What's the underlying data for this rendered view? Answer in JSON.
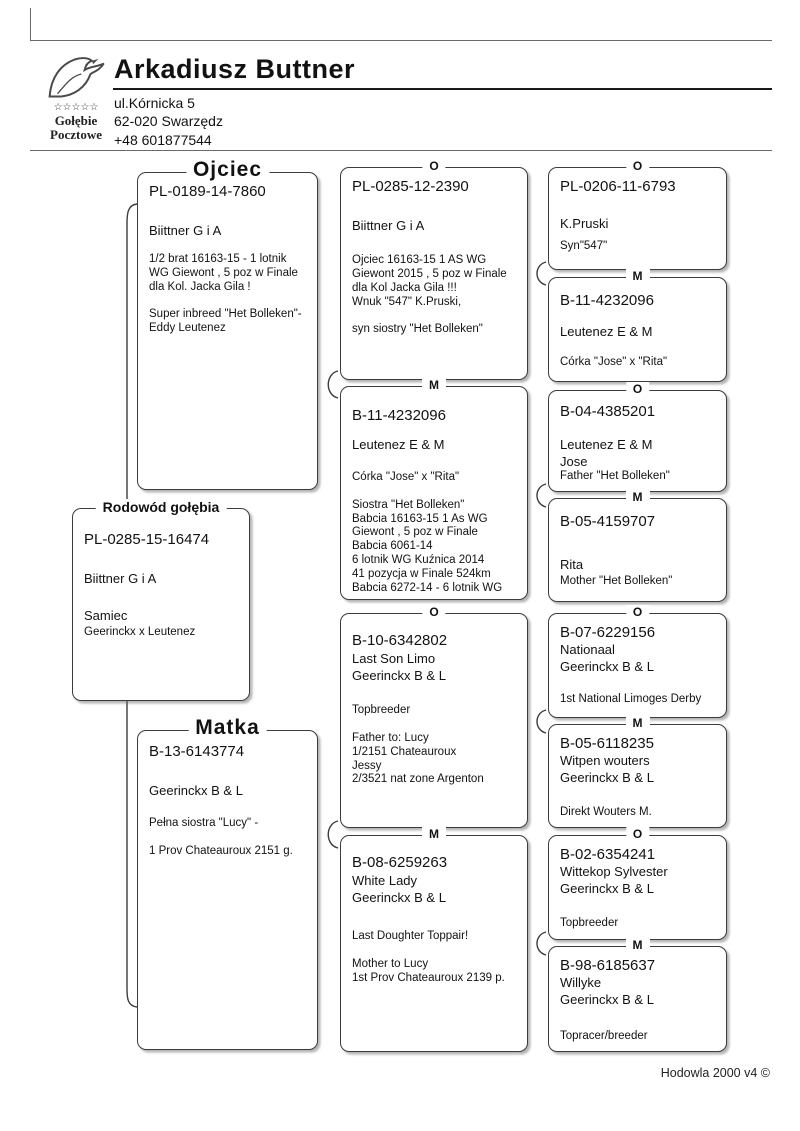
{
  "header": {
    "name": "Arkadiusz Buttner",
    "address": "ul.Kórnicka 5\n62-020 Swarzędz\n+48 601877544",
    "logo": {
      "stars": "☆☆☆☆☆",
      "line1": "Gołębie",
      "line2": "Pocztowe"
    }
  },
  "subject": {
    "title": "Rodowód gołębia",
    "ring": "PL-0285-15-16474",
    "name": "Biittner G i A",
    "sex": "Samiec",
    "cross": "Geerinckx  x  Leutenez"
  },
  "father": {
    "title": "Ojciec",
    "ring": "PL-0189-14-7860",
    "name": "Biittner G i A",
    "details": "1/2 brat 16163-15  - 1 lotnik\nWG Giewont , 5 poz w Finale\ndla Kol. Jacka Gila !\n\nSuper inbreed \"Het Bolleken\"-\nEddy Leutenez"
  },
  "mother": {
    "title": "Matka",
    "ring": "B-13-6143774",
    "name": "Geerinckx B & L",
    "details": "Pełna siostra \"Lucy\" -\n\n1 Prov Chateauroux  2151 g."
  },
  "grandparents": [
    {
      "label": "O",
      "ring": "PL-0285-12-2390",
      "name": "Biittner G i A",
      "details": "Ojciec 16163-15   1 AS WG\nGiewont 2015  , 5 poz w Finale\ndla Kol Jacka Gila !!!\nWnuk \"547\" K.Pruski,\n\nsyn siostry \"Het Bolleken\""
    },
    {
      "label": "M",
      "ring": "B-11-4232096",
      "name": "Leutenez E & M",
      "details": "Córka \"Jose\" x \"Rita\"\n\nSiostra \"Het Bolleken\"\nBabcia 16163-15  1 As WG\nGiewont , 5 poz w Finale\nBabcia 6061-14\n6 lotnik WG Kuźnica 2014\n41 pozycja w Finale 524km\nBabcia 6272-14  - 6 lotnik WG"
    },
    {
      "label": "O",
      "ring": "B-10-6342802",
      "name": "Last Son Limo\nGeerinckx B & L",
      "details": "Topbreeder\n\nFather to: Lucy\n1/2151 Chateauroux\nJessy\n2/3521  nat zone Argenton"
    },
    {
      "label": "M",
      "ring": "B-08-6259263",
      "name": "White Lady\nGeerinckx B & L",
      "details": "Last Doughter Toppair!\n\nMother to Lucy\n1st Prov Chateauroux 2139 p."
    }
  ],
  "greatgrandparents": [
    {
      "label": "O",
      "ring": "PL-0206-11-6793",
      "name": "K.Pruski",
      "details": "Syn\"547\""
    },
    {
      "label": "M",
      "ring": "B-11-4232096",
      "name": "Leutenez E & M",
      "details": "Córka \"Jose\" x \"Rita\""
    },
    {
      "label": "O",
      "ring": "B-04-4385201",
      "name": "Leutenez E & M\nJose",
      "details": "Father \"Het Bolleken\""
    },
    {
      "label": "M",
      "ring": "B-05-4159707",
      "name": "Rita",
      "details": "Mother \"Het Bolleken\""
    },
    {
      "label": "O",
      "ring": "B-07-6229156",
      "name": "Nationaal\nGeerinckx B & L",
      "details": "1st National Limoges Derby"
    },
    {
      "label": "M",
      "ring": "B-05-6118235",
      "name": "Witpen wouters\nGeerinckx B & L",
      "details": "Direkt Wouters M."
    },
    {
      "label": "O",
      "ring": "B-02-6354241",
      "name": "Wittekop Sylvester\nGeerinckx B & L",
      "details": "Topbreeder"
    },
    {
      "label": "M",
      "ring": "B-98-6185637",
      "name": "Willyke\nGeerinckx B & L",
      "details": "Topracer/breeder"
    }
  ],
  "footer": "Hodowla 2000 v4 ©"
}
